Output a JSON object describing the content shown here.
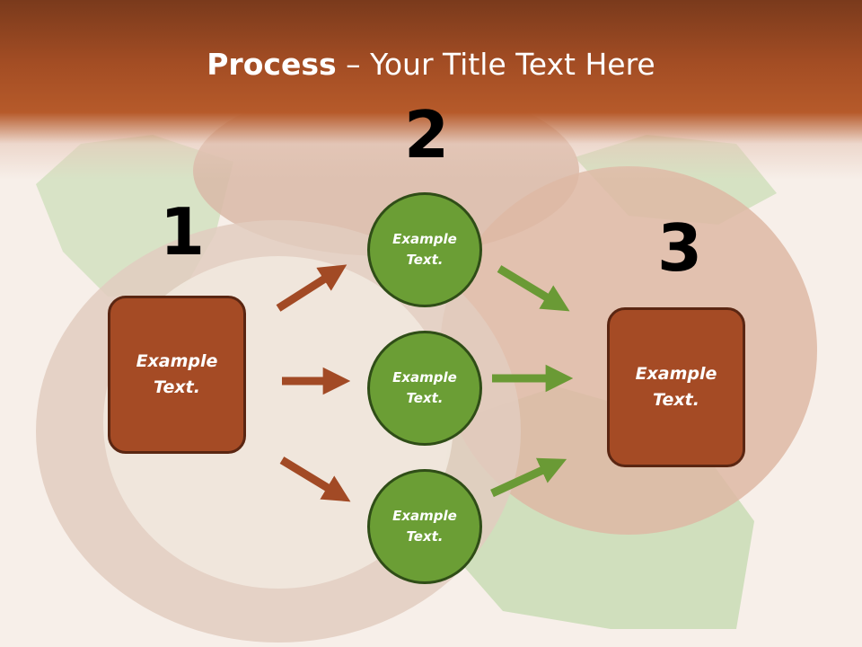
{
  "slide": {
    "title_bold": "Process",
    "title_rest": " – Your Title Text Here"
  },
  "steps": {
    "one": "1",
    "two": "2",
    "three": "3"
  },
  "nodes": {
    "left_box": "Example Text.",
    "circle_top": "Example Text.",
    "circle_middle": "Example Text.",
    "circle_bottom": "Example Text.",
    "right_box": "Example Text."
  },
  "colors": {
    "header": "#a34d24",
    "box_fill": "#a54b25",
    "circle_fill": "#6b9e35",
    "brown_arrow": "#a24a25",
    "green_arrow": "#6a9a35"
  }
}
